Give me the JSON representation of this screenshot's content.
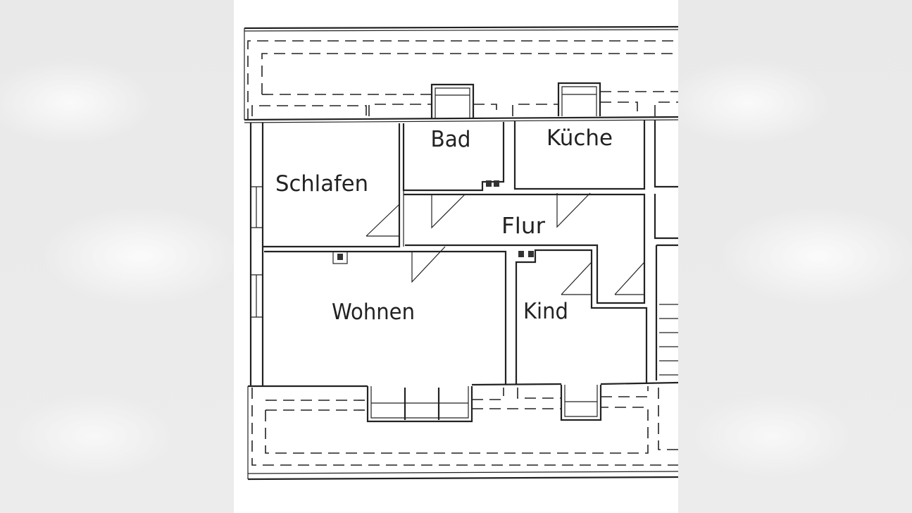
{
  "floor_plan": {
    "rooms": [
      {
        "id": "bad",
        "label": "Bad"
      },
      {
        "id": "kueche",
        "label": "Küche"
      },
      {
        "id": "schlafen",
        "label": "Schlafen"
      },
      {
        "id": "flur",
        "label": "Flur"
      },
      {
        "id": "wohnen",
        "label": "Wohnen"
      },
      {
        "id": "kind",
        "label": "Kind"
      }
    ],
    "line_color": "#222222",
    "background_color": "#ffffff"
  }
}
